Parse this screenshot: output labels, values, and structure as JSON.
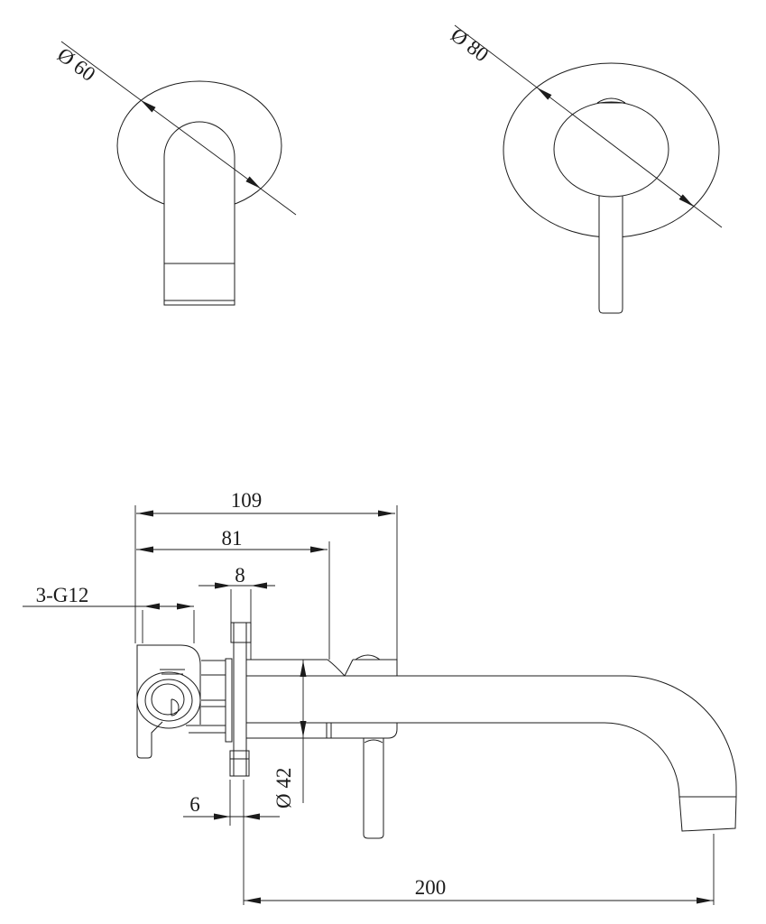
{
  "drawing": {
    "type": "technical-dimension-drawing",
    "subject": "wall-mounted basin mixer faucet",
    "colors": {
      "line": "#1b1b1b",
      "background": "#ffffff"
    },
    "views": {
      "spout_front_view": {
        "dim_escutcheon_diameter": "Ø 60"
      },
      "handle_front_view": {
        "dim_escutcheon_diameter": "Ø 80"
      },
      "side_view": {
        "dim_total_depth": "109",
        "dim_body_depth": "81",
        "dim_plate_section_width": "8",
        "dim_inlet_connections": "3-G12",
        "dim_trim_sleeve_diameter": "Ø 42",
        "dim_plate_thickness": "6",
        "dim_spout_reach": "200"
      }
    }
  }
}
